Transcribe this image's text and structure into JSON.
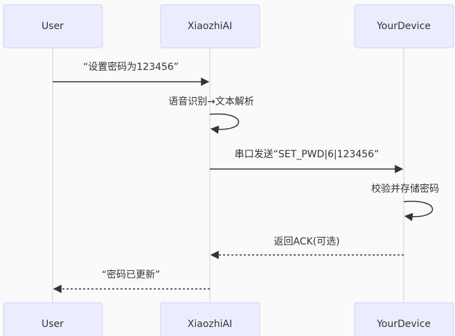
{
  "participants": [
    {
      "id": "user",
      "label": "User"
    },
    {
      "id": "xiaozhi",
      "label": "XiaozhiAI"
    },
    {
      "id": "device",
      "label": "YourDevice"
    }
  ],
  "messages": [
    {
      "id": "set-password-request",
      "from": "user",
      "to": "xiaozhi",
      "text": "“设置密码为123456”",
      "style": "solid"
    },
    {
      "id": "speech-recognition",
      "from": "xiaozhi",
      "to": "xiaozhi",
      "text": "语音识别→文本解析",
      "style": "solid"
    },
    {
      "id": "serial-send",
      "from": "xiaozhi",
      "to": "device",
      "text": "串口发送“SET_PWD|6|123456”",
      "style": "solid"
    },
    {
      "id": "verify-store",
      "from": "device",
      "to": "device",
      "text": "校验并存储密码",
      "style": "solid"
    },
    {
      "id": "return-ack",
      "from": "device",
      "to": "xiaozhi",
      "text": "返回ACK(可选)",
      "style": "dashed"
    },
    {
      "id": "password-updated",
      "from": "xiaozhi",
      "to": "user",
      "text": "“密码已更新”",
      "style": "dashed"
    }
  ]
}
